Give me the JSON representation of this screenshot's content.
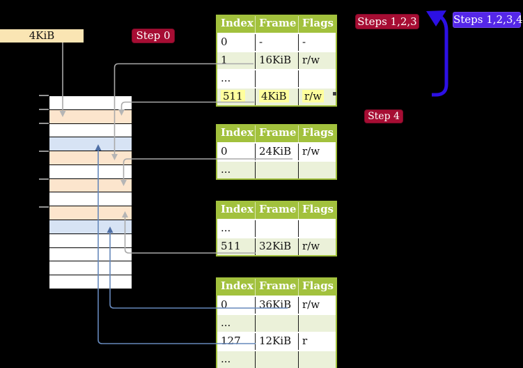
{
  "frame_box": {
    "label": "4KiB"
  },
  "badges": {
    "step0": {
      "label": "Step 0"
    },
    "steps123": {
      "label": "Steps 1,2,3"
    },
    "steps1234": {
      "label": "Steps 1,2,3,4"
    },
    "step4": {
      "label": "Step 4"
    }
  },
  "tables": [
    {
      "name": "page-table-level4",
      "headers": [
        "Index",
        "Frame",
        "Flags"
      ],
      "rows": [
        {
          "cells": [
            "0",
            "-",
            "-"
          ],
          "hl": false
        },
        {
          "cells": [
            "1",
            "16KiB",
            "r/w"
          ],
          "hl": false
        },
        {
          "cells": [
            "...",
            "",
            ""
          ],
          "hl": false
        },
        {
          "cells": [
            "511",
            "4KiB",
            "r/w"
          ],
          "hl": true
        }
      ]
    },
    {
      "name": "page-table-level3",
      "headers": [
        "Index",
        "Frame",
        "Flags"
      ],
      "rows": [
        {
          "cells": [
            "0",
            "24KiB",
            "r/w"
          ],
          "hl": false
        },
        {
          "cells": [
            "...",
            "",
            ""
          ],
          "hl": false
        }
      ]
    },
    {
      "name": "page-table-level2",
      "headers": [
        "Index",
        "Frame",
        "Flags"
      ],
      "rows": [
        {
          "cells": [
            "...",
            "",
            ""
          ],
          "hl": false
        },
        {
          "cells": [
            "511",
            "32KiB",
            "r/w"
          ],
          "hl": false
        }
      ]
    },
    {
      "name": "page-table-level1",
      "headers": [
        "Index",
        "Frame",
        "Flags"
      ],
      "rows": [
        {
          "cells": [
            "0",
            "36KiB",
            "r/w"
          ],
          "hl": false
        },
        {
          "cells": [
            "...",
            "",
            ""
          ],
          "hl": false
        },
        {
          "cells": [
            "127",
            "12KiB",
            "r"
          ],
          "hl": false
        },
        {
          "cells": [
            "...",
            "",
            ""
          ],
          "hl": false
        }
      ]
    }
  ],
  "memory": {
    "rows": [
      "white",
      "orange",
      "white",
      "blue",
      "orange",
      "white",
      "orange",
      "white",
      "orange",
      "blue",
      "white",
      "white",
      "white",
      "white"
    ],
    "colors": {
      "white": "#ffffff",
      "orange": "#fce5cd",
      "blue": "#d7e3f4"
    },
    "tick_offsets": [
      0,
      20,
      40,
      80,
      120,
      160
    ]
  },
  "colors": {
    "background": "#000000",
    "badge_crimson": "#a60d33",
    "badge_violet": "#5527e8",
    "table_header_green": "#a2c13d",
    "table_row_green": "#ebf1d9",
    "highlight_yellow": "#ffff9d",
    "frame_box_tan": "#fae5b3",
    "arrow_gray": "#a9a9a9",
    "arrow_blue": "#6688bb",
    "arrow_thick_blue": "#2c10e4"
  }
}
